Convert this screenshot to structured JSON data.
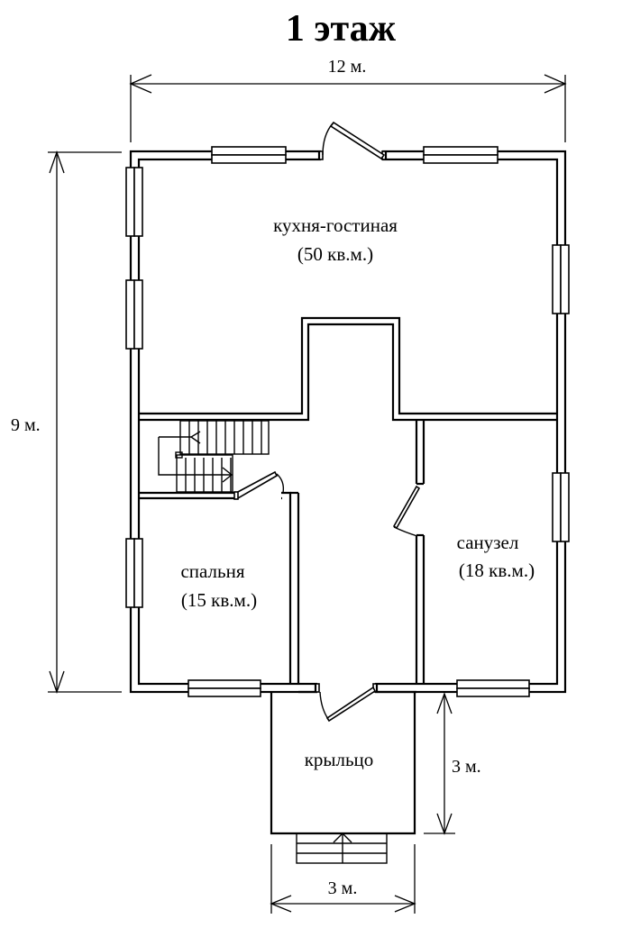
{
  "title": "1 этаж",
  "dimensions": {
    "width": "12 м.",
    "height": "9 м.",
    "porch_depth": "3 м.",
    "porch_width": "3 м."
  },
  "rooms": [
    {
      "name": "кухня-гостиная",
      "area": "(50 кв.м.)"
    },
    {
      "name": "спальня",
      "area": "(15 кв.м.)"
    },
    {
      "name": "санузел",
      "area": "(18 кв.м.)"
    },
    {
      "name": "крыльцо",
      "area": ""
    }
  ],
  "colors": {
    "line": "#000000",
    "background": "#ffffff"
  }
}
